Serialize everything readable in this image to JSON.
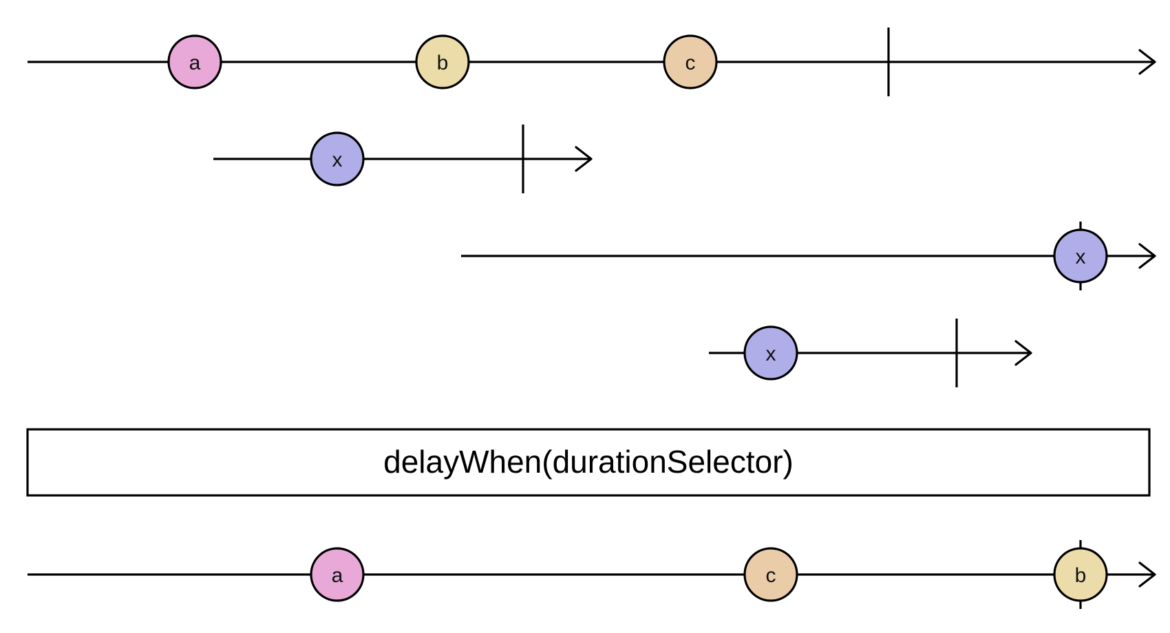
{
  "colors": {
    "a": "#e8a8d8",
    "b": "#ecdcaa",
    "c": "#ebcca9",
    "x": "#b0aee8"
  },
  "operator": {
    "label": "delayWhen(durationSelector)"
  },
  "timelines": [
    {
      "role": "source",
      "start": 0,
      "end": 18.2,
      "complete": 13.9,
      "marbles": [
        {
          "label": "a",
          "color": "a",
          "t": 2.7
        },
        {
          "label": "b",
          "color": "b",
          "t": 6.7
        },
        {
          "label": "c",
          "color": "c",
          "t": 10.7
        }
      ]
    },
    {
      "role": "duration",
      "start": 3.0,
      "end": 9.1,
      "complete": 8.0,
      "marbles": [
        {
          "label": "x",
          "color": "x",
          "t": 5.0
        }
      ]
    },
    {
      "role": "duration",
      "start": 7.0,
      "end": 18.2,
      "complete": null,
      "marbles": [
        {
          "label": "x",
          "color": "x",
          "t": 17.0,
          "completes": true
        }
      ]
    },
    {
      "role": "duration",
      "start": 11.0,
      "end": 16.2,
      "complete": 15.0,
      "marbles": [
        {
          "label": "x",
          "color": "x",
          "t": 12.0
        }
      ]
    },
    {
      "role": "output",
      "start": 0,
      "end": 18.2,
      "complete": null,
      "marbles": [
        {
          "label": "a",
          "color": "a",
          "t": 5.0
        },
        {
          "label": "c",
          "color": "c",
          "t": 12.0
        },
        {
          "label": "b",
          "color": "b",
          "t": 17.0,
          "completes": true
        }
      ]
    }
  ]
}
